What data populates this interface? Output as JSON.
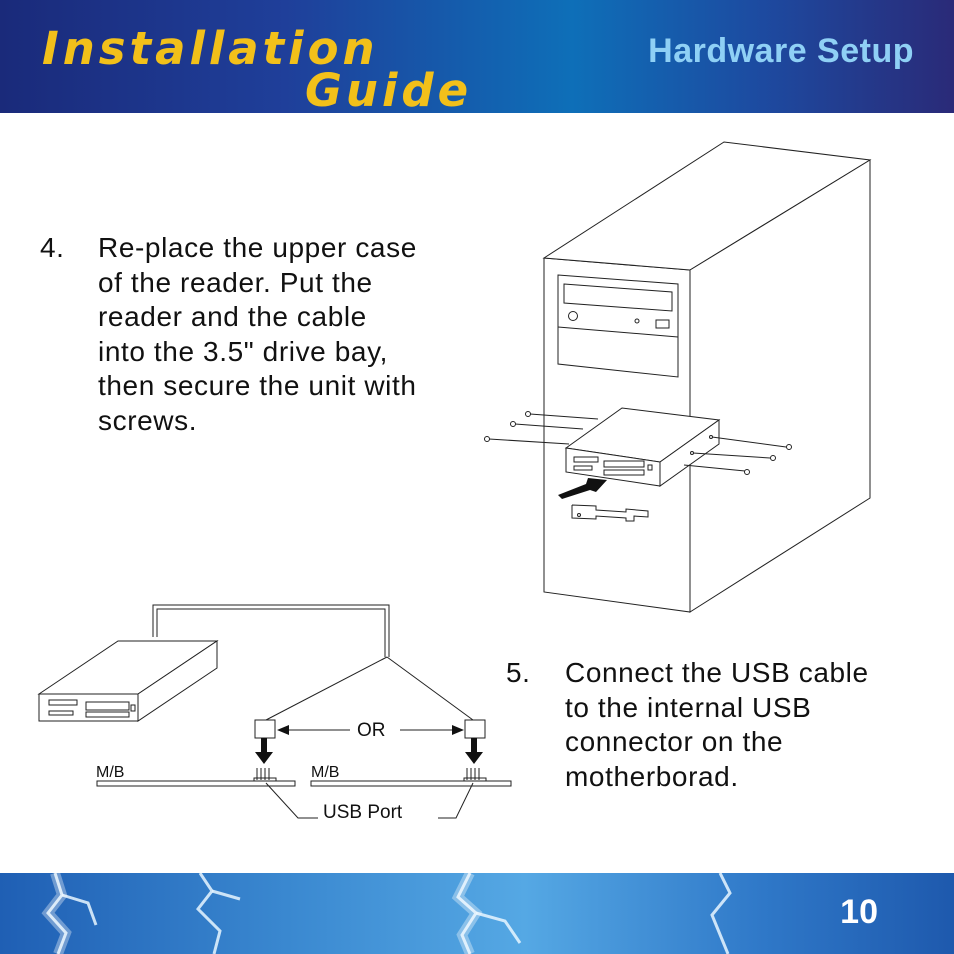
{
  "header": {
    "title_line1": "Installation",
    "title_line2": "Guide",
    "section": "Hardware Setup"
  },
  "steps": [
    {
      "number": "4.",
      "text": "Re-place the upper case\nof the reader. Put the\nreader and the cable\ninto the 3.5\" drive bay,\nthen secure the unit with\nscrews."
    },
    {
      "number": "5.",
      "text": "Connect the USB cable\nto the internal USB\nconnector on the\nmotherborad."
    }
  ],
  "diagram": {
    "or_label": "OR",
    "mb_label_left": "M/B",
    "mb_label_right": "M/B",
    "usb_port_label": "USB Port"
  },
  "footer": {
    "page_number": "10"
  },
  "colors": {
    "title": "#f2c01a",
    "section_title": "#8fd0f5",
    "header_bg": "#1f3f9a",
    "footer_bg": "#3a88d0"
  }
}
